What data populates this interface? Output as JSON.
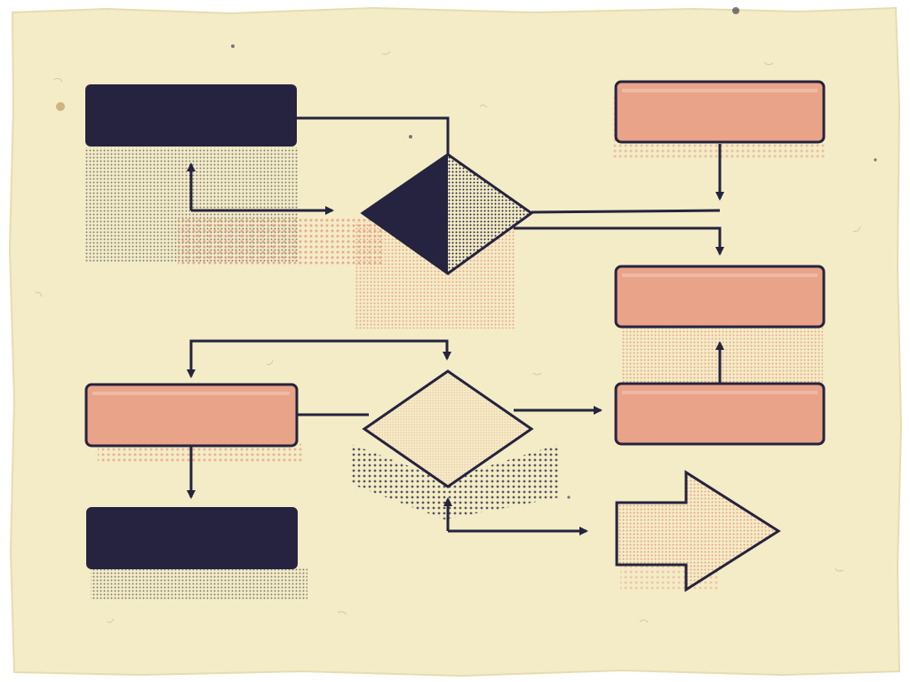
{
  "diagram": {
    "style": "risograph-style flowchart on torn handmade paper",
    "colors": {
      "paper": "#f4ecc6",
      "paper_edge": "#e6dcb0",
      "navy": "#25233f",
      "salmon": "#e9a389",
      "salmon_dot": "#e39a80",
      "stroke": "#25233f"
    },
    "icons": [
      "right-arrow-icon"
    ],
    "nodes": [
      {
        "id": "top-left",
        "shape": "rectangle",
        "fill": "navy",
        "label": ""
      },
      {
        "id": "top-decision",
        "shape": "diamond",
        "fill": "navy-split",
        "label": ""
      },
      {
        "id": "top-right",
        "shape": "rectangle",
        "fill": "salmon",
        "label": ""
      },
      {
        "id": "middle-right",
        "shape": "rectangle",
        "fill": "salmon",
        "label": ""
      },
      {
        "id": "lower-right",
        "shape": "rectangle",
        "fill": "salmon",
        "label": ""
      },
      {
        "id": "lower-left",
        "shape": "rectangle",
        "fill": "salmon",
        "label": ""
      },
      {
        "id": "lower-decision",
        "shape": "diamond",
        "fill": "cream",
        "label": ""
      },
      {
        "id": "bottom-left",
        "shape": "rectangle",
        "fill": "navy",
        "label": ""
      },
      {
        "id": "bottom-right",
        "shape": "block-arrow",
        "fill": "salmon-dotted",
        "label": ""
      }
    ],
    "edges": [
      {
        "from": "top-left",
        "to": "top-decision"
      },
      {
        "from": "top-decision",
        "to": "top-left"
      },
      {
        "from": "top-right",
        "to": "top-decision"
      },
      {
        "from": "top-decision",
        "to": "middle-right"
      },
      {
        "from": "lower-right",
        "to": "middle-right"
      },
      {
        "from": "lower-decision",
        "to": "lower-right"
      },
      {
        "from": "lower-decision",
        "to": "lower-left"
      },
      {
        "from": "lower-left",
        "to": "bottom-left"
      },
      {
        "from": "lower-decision",
        "to": "bottom-right"
      }
    ]
  }
}
